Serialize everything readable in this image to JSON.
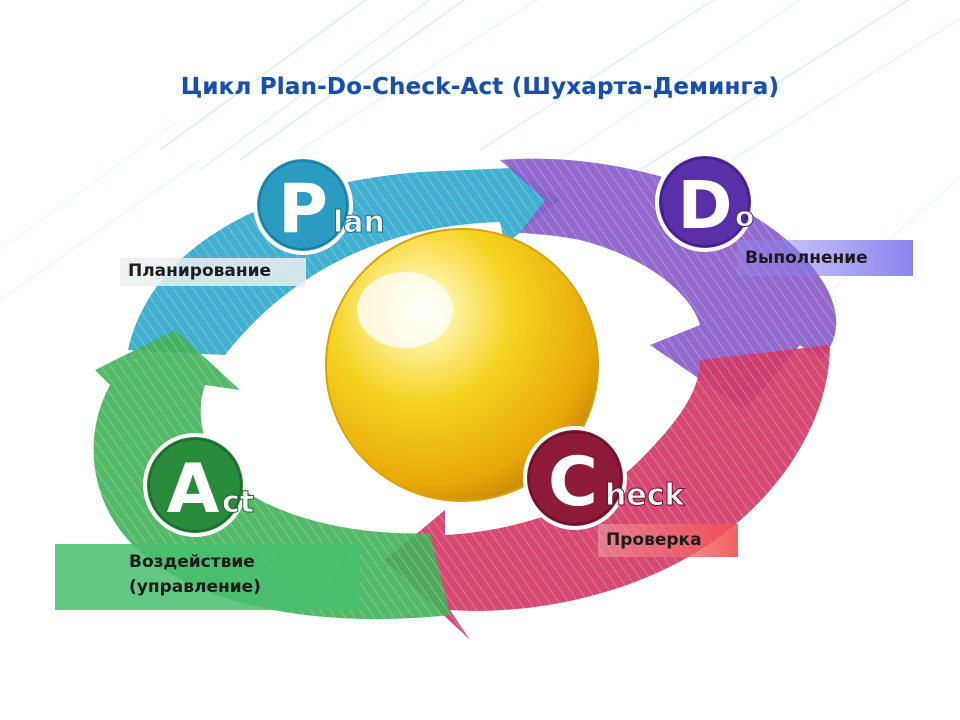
{
  "title": "Цикл Plan-Do-Check-Act (Шухарта-Деминга)",
  "stages": {
    "plan": {
      "letter": "P",
      "rest": "lan",
      "label": "Планирование",
      "color": "#2fa3c6"
    },
    "do": {
      "letter": "D",
      "rest": "o",
      "label": "Выполнение",
      "color": "#7b52c2"
    },
    "check": {
      "letter": "C",
      "rest": "heck",
      "label": "Проверка",
      "color": "#c23258"
    },
    "act": {
      "letter": "A",
      "rest": "ct",
      "label_line1": "Воздействие",
      "label_line2": "(управление)",
      "color": "#3a9f4f"
    }
  },
  "center_ball_color": "#f2c10f"
}
